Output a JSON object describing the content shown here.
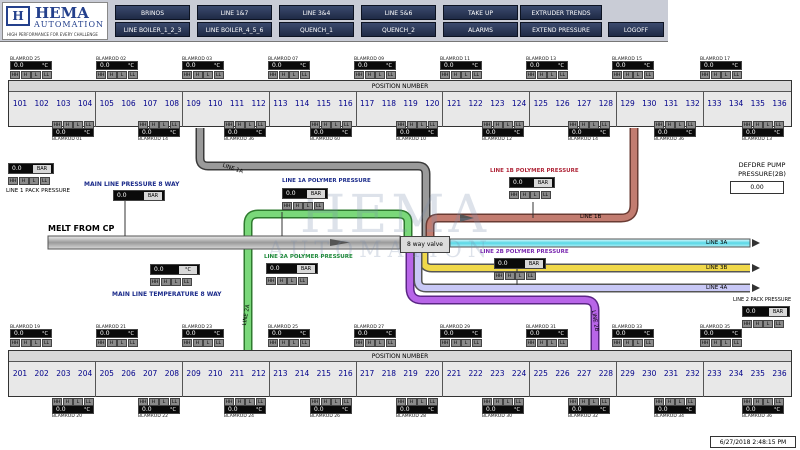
{
  "logo": {
    "mark": "H",
    "name": "HEMA",
    "sub": "AUTOMATION",
    "tagline": "HIGH PERFORMANCE FOR EVERY CHALLENGE"
  },
  "nav": {
    "row1": [
      "BRINOS",
      "LINE 1&7",
      "LINE 3&4",
      "LINE 5&6",
      "TAKE UP",
      "EXTRUDER TRENDS"
    ],
    "row2": [
      "LINE BOILER_1_2_3",
      "LINE BOILER_4_5_6",
      "QUENCH_1",
      "QUENCH_2",
      "ALARMS",
      "EXTEND PRESSURE",
      "LOGOFF"
    ]
  },
  "upper": {
    "title": "POSITION NUMBER",
    "positions": [
      "101",
      "102",
      "103",
      "104",
      "105",
      "106",
      "107",
      "108",
      "109",
      "110",
      "111",
      "112",
      "113",
      "114",
      "115",
      "116",
      "117",
      "118",
      "119",
      "120",
      "121",
      "122",
      "123",
      "124",
      "125",
      "126",
      "127",
      "128",
      "129",
      "130",
      "131",
      "132",
      "133",
      "134",
      "135",
      "136"
    ],
    "top_sensors": [
      "BLAMROD 25",
      "BLAMROD 02",
      "BLAMROD 03",
      "BLAMROD 07",
      "BLAMROD 09",
      "BLAMROD 11",
      "BLAMROD 13",
      "BLAMROD 15",
      "BLAMROD 17"
    ],
    "bottom_sensors": [
      "BLAMROD 01",
      "BLAMROD 14",
      "BLAMROD 36",
      "BLAMROD 60",
      "BLAMROD 10",
      "BLAMROD 12",
      "BLAMROD 14",
      "BLAMROD 36",
      "BLAMROD 13"
    ]
  },
  "lower": {
    "title": "POSITION NUMBER",
    "positions": [
      "201",
      "202",
      "203",
      "204",
      "205",
      "206",
      "207",
      "208",
      "209",
      "210",
      "211",
      "212",
      "213",
      "214",
      "215",
      "216",
      "217",
      "218",
      "219",
      "220",
      "221",
      "222",
      "223",
      "224",
      "225",
      "226",
      "227",
      "228",
      "229",
      "230",
      "231",
      "232",
      "233",
      "234",
      "235",
      "236"
    ],
    "top_sensors": [
      "BLAMROD 19",
      "BLAMROD 21",
      "BLAMROD 23",
      "BLAMROD 25",
      "BLAMROD 27",
      "BLAMROD 29",
      "BLAMROD 31",
      "BLAMROD 33",
      "BLAMROD 35"
    ],
    "bottom_sensors": [
      "BLAMROD 20",
      "BLAMROD 22",
      "BLAMROD 24",
      "BLAMROD 26",
      "BLAMROD 28",
      "BLAMROD 30",
      "BLAMROD 32",
      "BLAMROD 34",
      "BLAMROD 36"
    ]
  },
  "sensor": {
    "value": "0.0",
    "temp_unit": "°C",
    "alarms": [
      "HH",
      "H",
      "L",
      "LL"
    ]
  },
  "process": {
    "line1_pack": {
      "title": "LINE 1 PACK PRESSURE",
      "value": "0.0",
      "unit": "BAR"
    },
    "main_8way": {
      "title": "MAIN LINE PRESSURE 8 WAY",
      "value": "0.0",
      "unit": "BAR"
    },
    "main_temp": {
      "title": "MAIN LINE TEMPERATURE 8 WAY",
      "value": "0.0",
      "unit": "°C"
    },
    "line1a": {
      "title": "LINE 1A POLYMER PRESSURE",
      "value": "0.0",
      "unit": "BAR"
    },
    "line1b": {
      "title": "LINE 1B POLYMER PRESSURE",
      "value": "0.0",
      "unit": "BAR"
    },
    "line2a": {
      "title": "LINE 2A POLYMER PRESSURE",
      "value": "0.0",
      "unit": "BAR"
    },
    "line2b": {
      "title": "LINE 2B POLYMER PRESSURE",
      "value": "0.0",
      "unit": "BAR"
    },
    "line2_pack": {
      "title": "LINE 2 PACK PRESSURE",
      "value": "0.0",
      "unit": "BAR"
    }
  },
  "flow": {
    "melt": "MELT FROM CP",
    "valve": "8 way valve",
    "line1a": "LINE 1A",
    "line1b": "LINE 1B",
    "line2a": "LINE 2A",
    "line2b": "LINE 2B",
    "line3a": "LINE 3A",
    "line3b": "LINE 3B",
    "line4a": "LINE 4A"
  },
  "defore": {
    "title": "DEFDRE PUMP PRESSURE(2B)",
    "value": "0.00"
  },
  "timestamp": "6/27/2018 2:48:15 PM",
  "colors": {
    "pipe_grey": "#8e8e8e",
    "pipe_brown": "#b06a5e",
    "pipe_green": "#6fcf6f",
    "pipe_purple": "#a24bd6",
    "pipe_cyan": "#58d8e6",
    "pipe_yellow": "#f0d84a",
    "pipe_lav": "#b8b8f0"
  }
}
